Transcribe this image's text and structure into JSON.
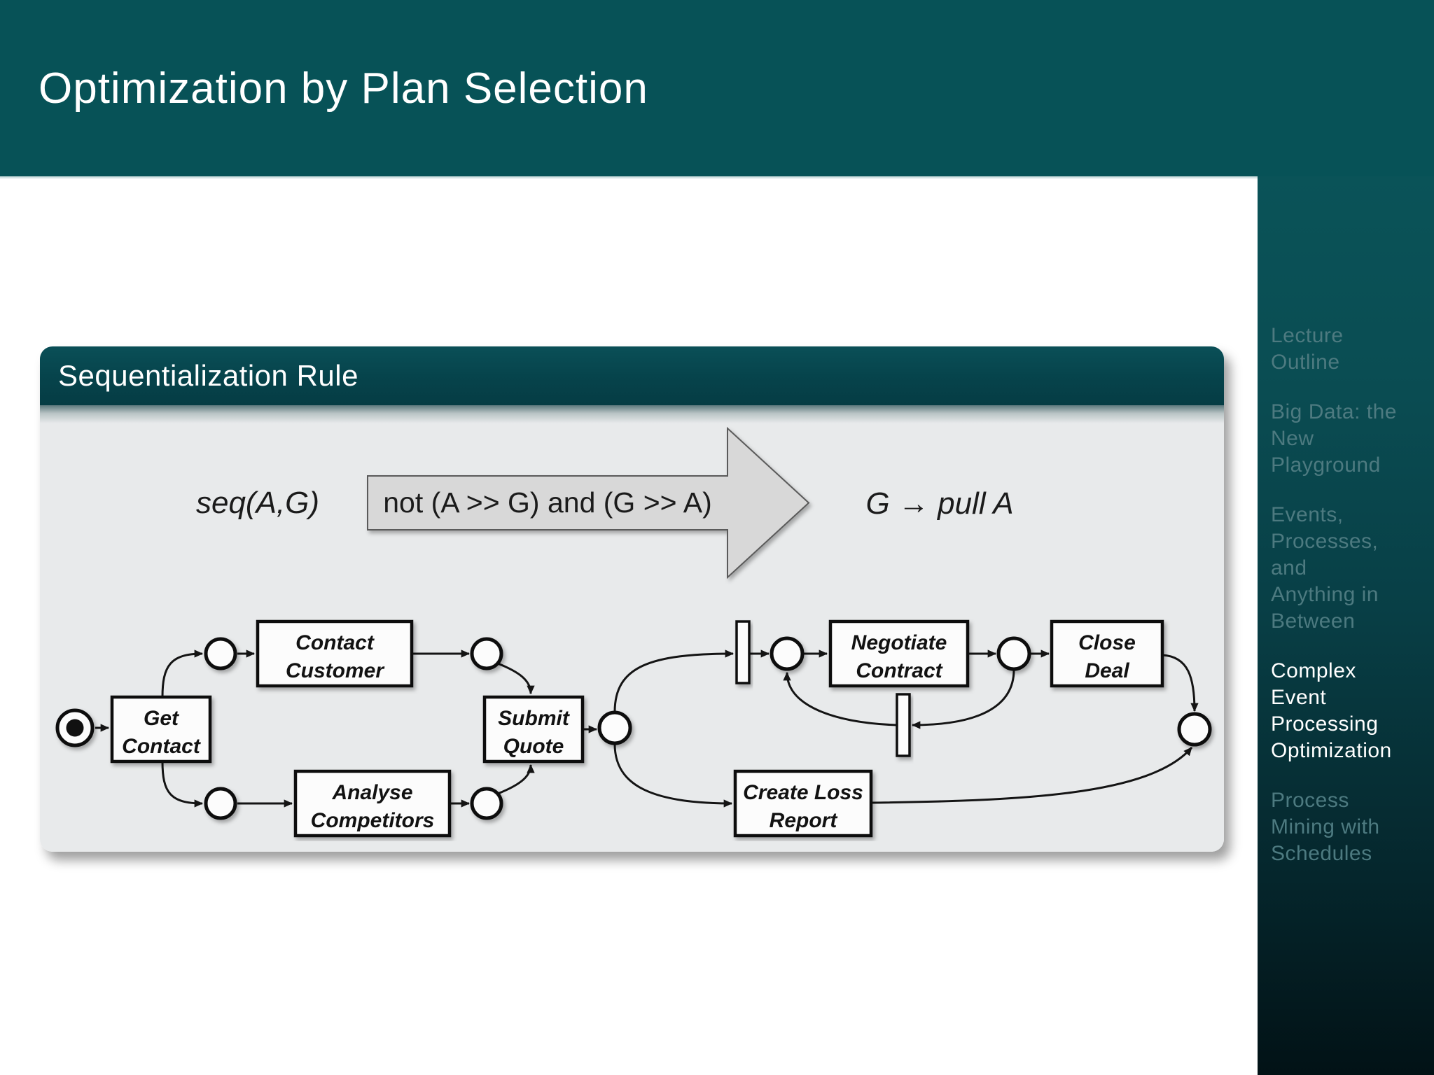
{
  "slide": {
    "title": "Optimization by Plan Selection"
  },
  "sidebar": {
    "items": [
      {
        "label": "Lecture Outline",
        "lines": [
          "Lecture",
          "Outline"
        ],
        "active": false
      },
      {
        "label": "Big Data: the New Playground",
        "lines": [
          "Big Data: the",
          "New",
          "Playground"
        ],
        "active": false
      },
      {
        "label": "Events, Processes, and Anything in Between",
        "lines": [
          "Events,",
          "Processes, and",
          "Anything in",
          "Between"
        ],
        "active": false
      },
      {
        "label": "Complex Event Processing Optimization",
        "lines": [
          "Complex",
          "Event",
          "Processing",
          "Optimization"
        ],
        "active": true
      },
      {
        "label": "Process Mining with Schedules",
        "lines": [
          "Process",
          "Mining with",
          "Schedules"
        ],
        "active": false
      }
    ]
  },
  "block": {
    "title": "Sequentialization Rule",
    "rule": {
      "lhs": "seq(A,G)",
      "condition": "not (A >> G) and (G >> A)",
      "rhs": "G → pull A"
    },
    "diagram": {
      "nodes": {
        "get_contact": [
          "Get",
          "Contact"
        ],
        "contact_customer": [
          "Contact",
          "Customer"
        ],
        "analyse_competitors": [
          "Analyse",
          "Competitors"
        ],
        "submit_quote": [
          "Submit",
          "Quote"
        ],
        "negotiate_contract": [
          "Negotiate",
          "Contract"
        ],
        "close_deal": [
          "Close",
          "Deal"
        ],
        "create_loss_report": [
          "Create Loss",
          "Report"
        ]
      }
    }
  },
  "colors": {
    "header_teal": "#075257",
    "block_header_teal": "#06434b",
    "block_body_gray": "#e8eaeb",
    "sidebar_muted_text": "#4d7a80",
    "sidebar_active_text": "#ffffff",
    "implication_arrow_fill": "#d8d8d8"
  }
}
